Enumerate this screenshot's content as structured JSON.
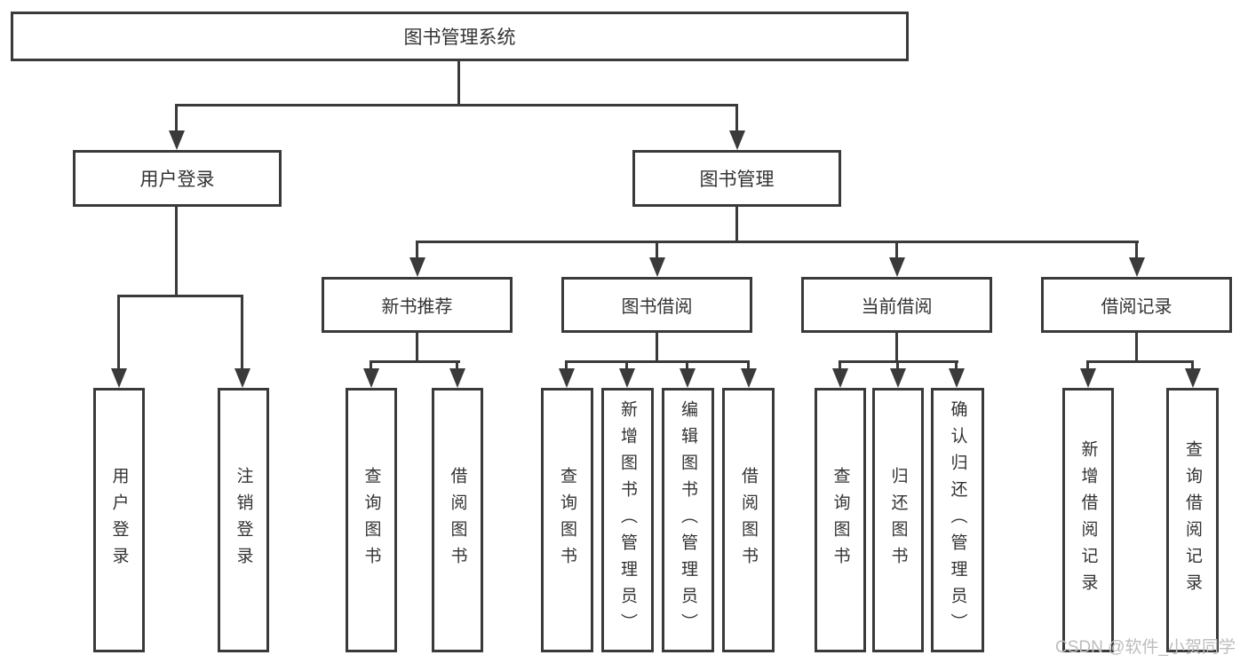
{
  "diagram": {
    "root": {
      "label": "图书管理系统"
    },
    "level2": {
      "user_login": {
        "label": "用户登录"
      },
      "book_management": {
        "label": "图书管理"
      }
    },
    "level3": {
      "new_book_recommend": {
        "label": "新书推荐"
      },
      "book_borrow": {
        "label": "图书借阅"
      },
      "current_borrow": {
        "label": "当前借阅"
      },
      "borrow_record": {
        "label": "借阅记录"
      }
    },
    "leaves": {
      "user_login": [
        "用户登录",
        "注销登录"
      ],
      "new_book_recommend": [
        "查询图书",
        "借阅图书"
      ],
      "book_borrow": [
        "查询图书",
        "新增图书（管理员）",
        "编辑图书（管理员）",
        "借阅图书"
      ],
      "current_borrow": [
        "查询图书",
        "归还图书",
        "确认归还（管理员）"
      ],
      "borrow_record": [
        "新增借阅记录",
        "查询借阅记录"
      ]
    }
  },
  "watermark": "CSDN @软件_小贺同学",
  "colors": {
    "line": "#3a3a3a",
    "text": "#333333",
    "watermark": "#bdbdbd",
    "background": "#ffffff"
  }
}
